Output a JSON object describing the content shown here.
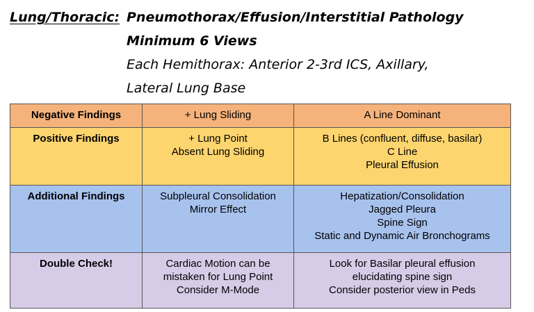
{
  "header": {
    "section": "Lung/Thoracic:",
    "topic": "Pneumothorax/Effusion/Interstitial Pathology",
    "views": "Minimum 6 Views",
    "locations_line1": "Each Hemithorax: Anterior 2-3rd ICS, Axillary,",
    "locations_line2": "Lateral Lung Base"
  },
  "table": {
    "rows": [
      {
        "label": "Negative Findings",
        "col2": [
          "+ Lung Sliding"
        ],
        "col3": [
          "A Line Dominant"
        ],
        "color": "#f5b27a"
      },
      {
        "label": "Positive Findings",
        "col2": [
          "+ Lung Point",
          "Absent Lung Sliding"
        ],
        "col3": [
          "B Lines (confluent, diffuse, basilar)",
          "C Line",
          "Pleural Effusion"
        ],
        "color": "#fdd56f"
      },
      {
        "label": "Additional Findings",
        "col2": [
          "Subpleural Consolidation",
          "Mirror Effect"
        ],
        "col3": [
          "Hepatization/Consolidation",
          "Jagged Pleura",
          "Spine Sign",
          "Static and Dynamic Air Bronchograms"
        ],
        "color": "#a8c2ee"
      },
      {
        "label": "Double Check!",
        "col2": [
          "Cardiac Motion can be",
          "mistaken for Lung Point",
          "Consider M-Mode"
        ],
        "col3": [
          "Look for Basilar pleural effusion",
          "elucidating spine sign",
          "Consider posterior view in Peds"
        ],
        "color": "#d6cce8"
      }
    ]
  }
}
